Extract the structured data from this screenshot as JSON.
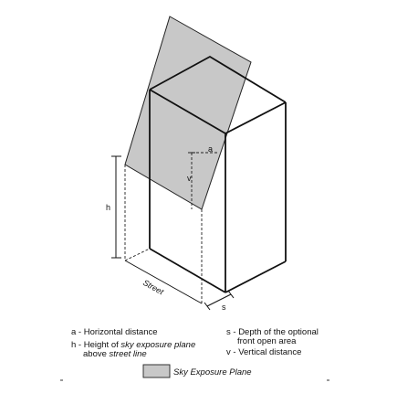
{
  "labels": {
    "a": "a",
    "v": "v",
    "h": "h",
    "s": "s",
    "street": "Street"
  },
  "legend": {
    "a_line": "a - Horizontal distance",
    "h_line1_prefix": "h - Height of ",
    "h_line1_em": "sky exposure plane",
    "h_line2_prefix": "above ",
    "h_line2_em": "street line",
    "s_line1": "s - Depth of the optional",
    "s_line2": "front open area",
    "v_line": "v - Vertical distance",
    "swatch_label": "Sky Exposure Plane"
  },
  "colors": {
    "plane_fill": "#c8c8c8",
    "line": "#111111"
  }
}
